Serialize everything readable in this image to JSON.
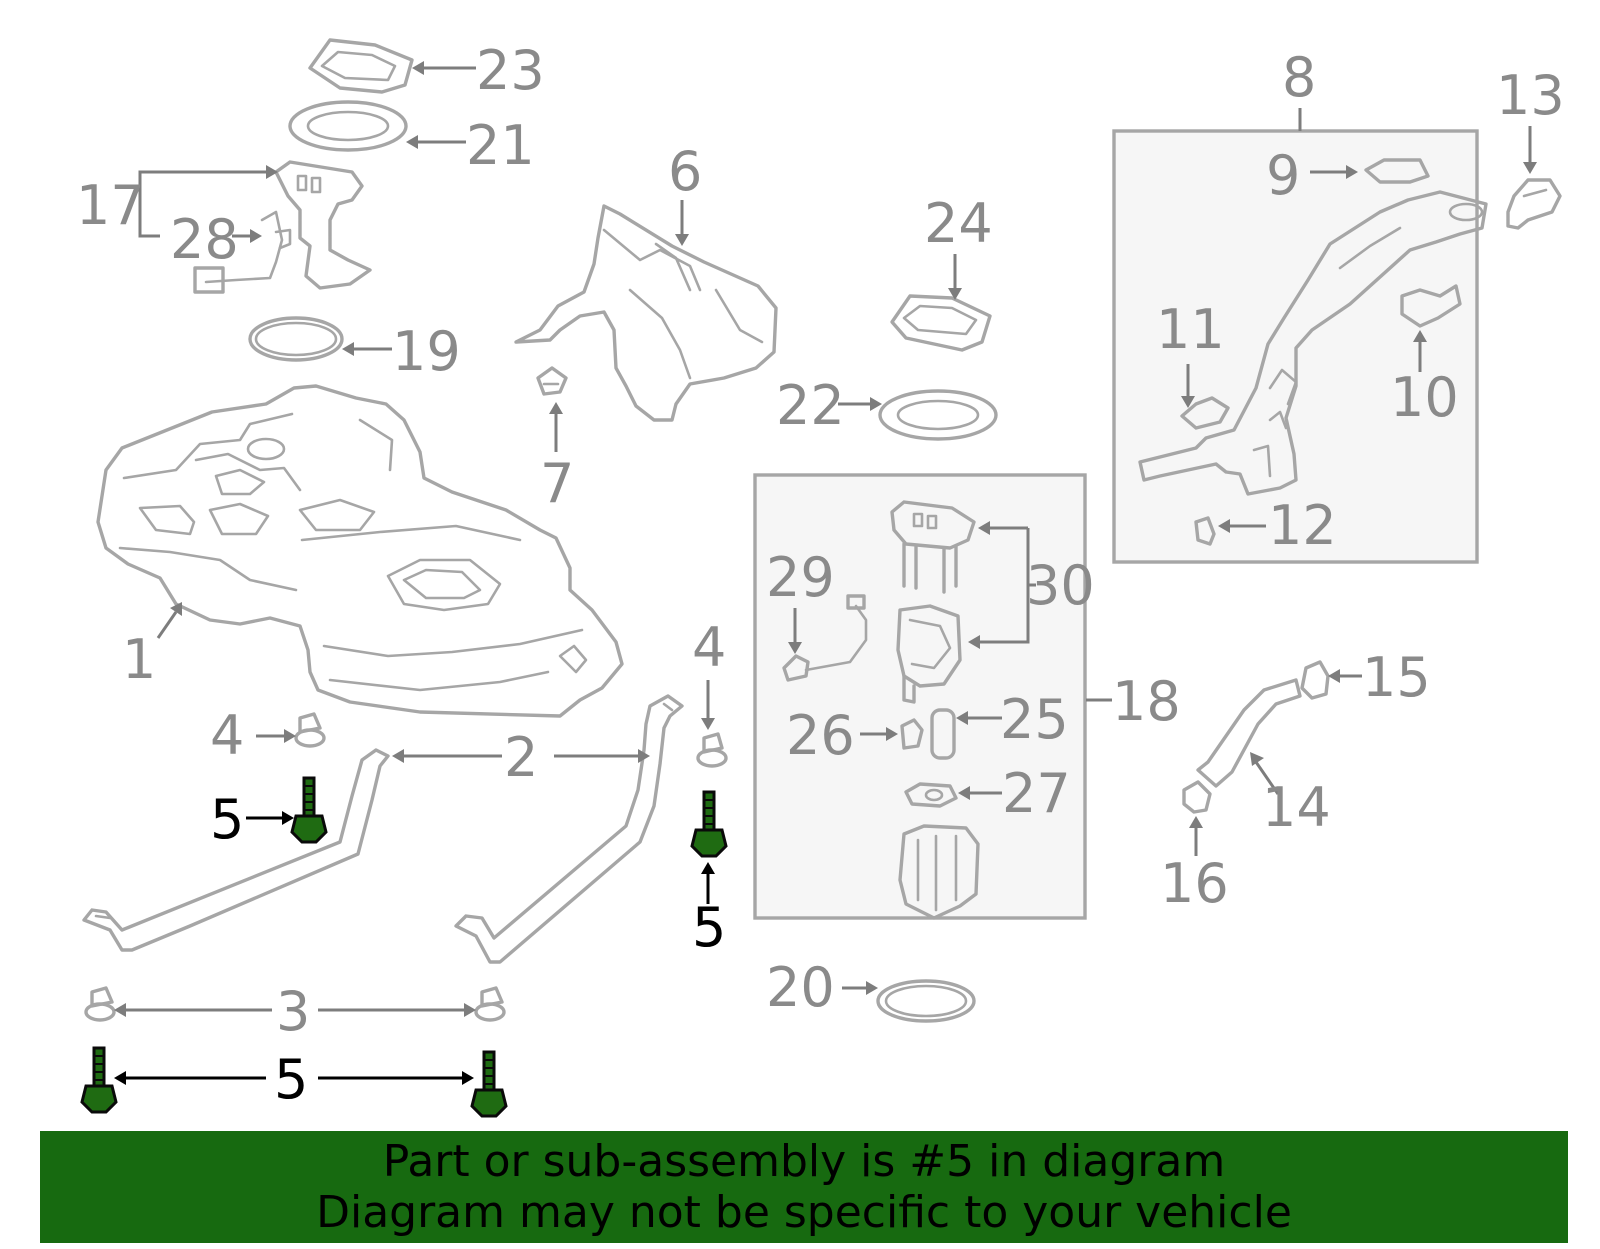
{
  "callouts": {
    "c1": "1",
    "c2": "2",
    "c3": "3",
    "c4a": "4",
    "c4b": "4",
    "c5a": "5",
    "c5b": "5",
    "c5c": "5",
    "c6": "6",
    "c7": "7",
    "c8": "8",
    "c9": "9",
    "c10": "10",
    "c11": "11",
    "c12": "12",
    "c13": "13",
    "c14": "14",
    "c15": "15",
    "c16": "16",
    "c17": "17",
    "c18": "18",
    "c19": "19",
    "c20": "20",
    "c21": "21",
    "c22": "22",
    "c23": "23",
    "c24": "24",
    "c25": "25",
    "c26": "26",
    "c27": "27",
    "c28": "28",
    "c29": "29",
    "c30": "30"
  },
  "banner": {
    "line1": "Part or sub-assembly is #5 in diagram",
    "line2": "Diagram may not be specific to your vehicle"
  },
  "colors": {
    "highlight_part": "#1f6b12",
    "banner_background": "#176a10",
    "line_art": "#a6a6a6",
    "callout_text": "#8a8a8a"
  }
}
